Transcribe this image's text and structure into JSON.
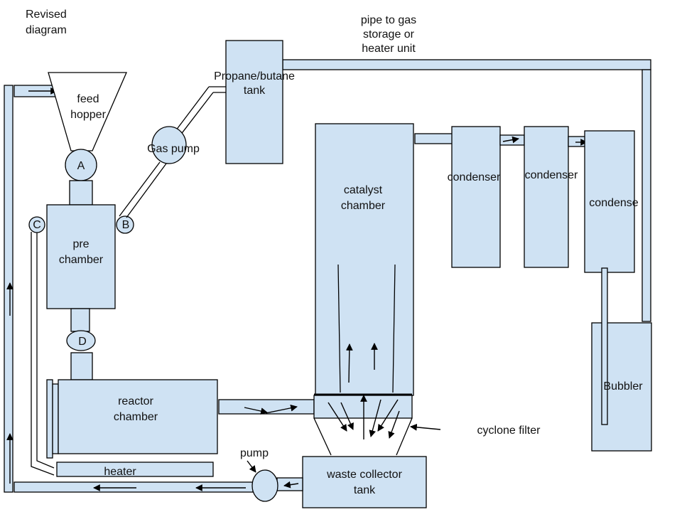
{
  "title": "Revised\ndiagram",
  "colors": {
    "fill": "#cfe2f3",
    "stroke": "#000000",
    "background": "#ffffff"
  },
  "labels": {
    "pipe_to_gas": "pipe to gas\nstorage or\nheater unit",
    "feed_hopper": "feed\nhopper",
    "propane_tank": "Propane/butane\ntank",
    "gas_pump": "Gas pump",
    "valve_a": "A",
    "valve_b": "B",
    "valve_c": "C",
    "valve_d": "D",
    "pre_chamber": "pre\nchamber",
    "catalyst_chamber": "catalyst\nchamber",
    "condenser_1": "condenser",
    "condenser_2": "condenser",
    "condenser_3": "condense",
    "bubbler": "Bubbler",
    "reactor_chamber": "reactor\nchamber",
    "heater": "heater",
    "cyclone_filter": "cyclone filter",
    "pump": "pump",
    "waste_collector": "waste collector\ntank"
  }
}
